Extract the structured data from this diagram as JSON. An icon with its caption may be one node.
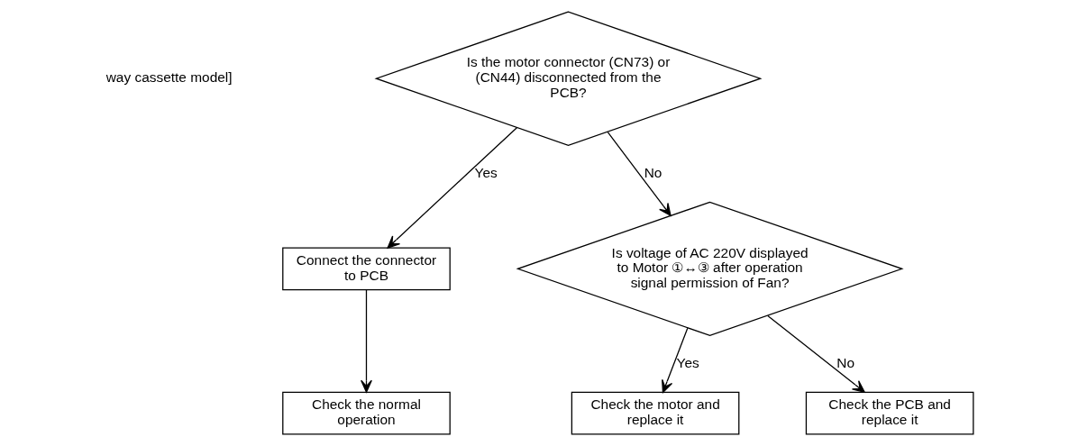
{
  "diagram": {
    "nodes": [
      {
        "text": [
          "Is the motor connector (CN73) or (CN44) disconnected from the PCB?"
        ]
      },
      {
        "text": [
          "Connect the connector to PCB"
        ]
      },
      {
        "text": [
          "Check the normal operation"
        ]
      },
      {
        "text": [
          "Is voltage of AC 220V displayed to Motor ①↔③ after operation signal permission of Fan?"
        ]
      },
      {
        "text": [
          "Check the motor and replace it"
        ]
      },
      {
        "text": [
          "Check the PCB and replace it"
        ]
      }
    ],
    "edges": [
      {
        "from": 0,
        "to": 1,
        "arrow": "to",
        "label": "Yes"
      },
      {
        "from": 1,
        "to": 2,
        "arrow": "to"
      },
      {
        "from": 0,
        "to": 3,
        "arrow": "to",
        "label": "No"
      },
      {
        "from": 3,
        "to": 4,
        "arrow": "to",
        "label": "Yes"
      },
      {
        "from": 3,
        "to": 5,
        "arrow": "to",
        "label": "No"
      }
    ],
    "labels": [
      "way cassette model]"
    ]
  }
}
